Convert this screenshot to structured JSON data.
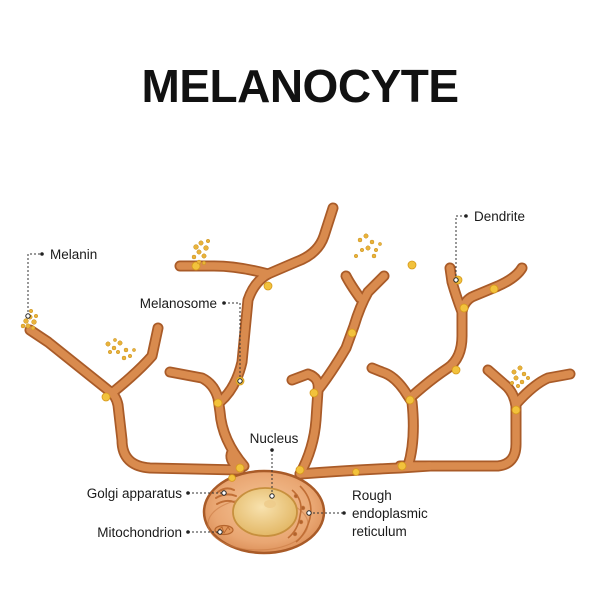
{
  "title": "MELANOCYTE",
  "labels": {
    "melanin": "Melanin",
    "dendrite": "Dendrite",
    "melanosome": "Melanosome",
    "nucleus": "Nucleus",
    "golgi": "Golgi apparatus",
    "rough_er_line1": "Rough",
    "rough_er_line2": "endoplasmic",
    "rough_er_line3": "reticulum",
    "mitochondrion": "Mitochondrion"
  },
  "colors": {
    "dendrite_outline": "#a95b28",
    "dendrite_fill": "#d98b4e",
    "cell_body": "#e9a672",
    "nucleus": "#f0cf8a",
    "melanosome": "#f2c23c"
  }
}
